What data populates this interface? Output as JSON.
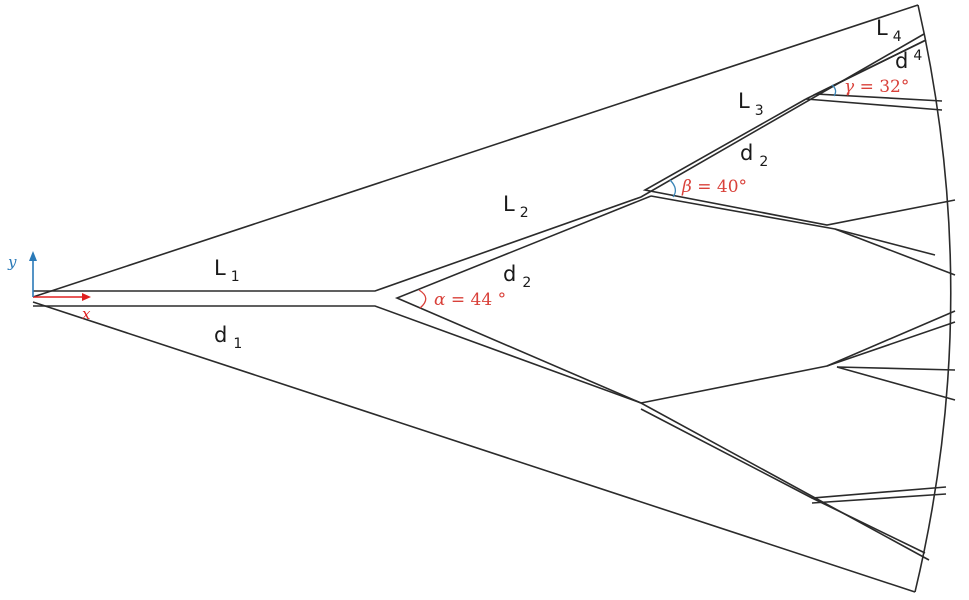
{
  "colors": {
    "outline": "#2b2b2b",
    "angle_text": "#d9413a",
    "alpha_arc": "#d9413a",
    "beta_gamma_arc": "#3a86b8",
    "x_axis": "#e02020",
    "y_axis": "#2a7ab8"
  },
  "axes": {
    "x_label": "x",
    "y_label": "y"
  },
  "labels": {
    "L1": {
      "main": "L",
      "sub": "1"
    },
    "L2": {
      "main": "L",
      "sub": "2"
    },
    "L3": {
      "main": "L",
      "sub": "3"
    },
    "L4": {
      "main": "L",
      "sub": "4"
    },
    "d1": {
      "main": "d",
      "sub": "1"
    },
    "d2_lower": {
      "main": "d",
      "sub": "2"
    },
    "d2_upper": {
      "main": "d",
      "sub": "2"
    },
    "d4": {
      "main": "d",
      "sub": "4"
    }
  },
  "angles": {
    "alpha": {
      "symbol": "α",
      "eq": " = 44 °"
    },
    "beta": {
      "symbol": "β",
      "eq": " = 40°"
    },
    "gamma": {
      "symbol": "γ",
      "eq": " = 32°"
    }
  }
}
